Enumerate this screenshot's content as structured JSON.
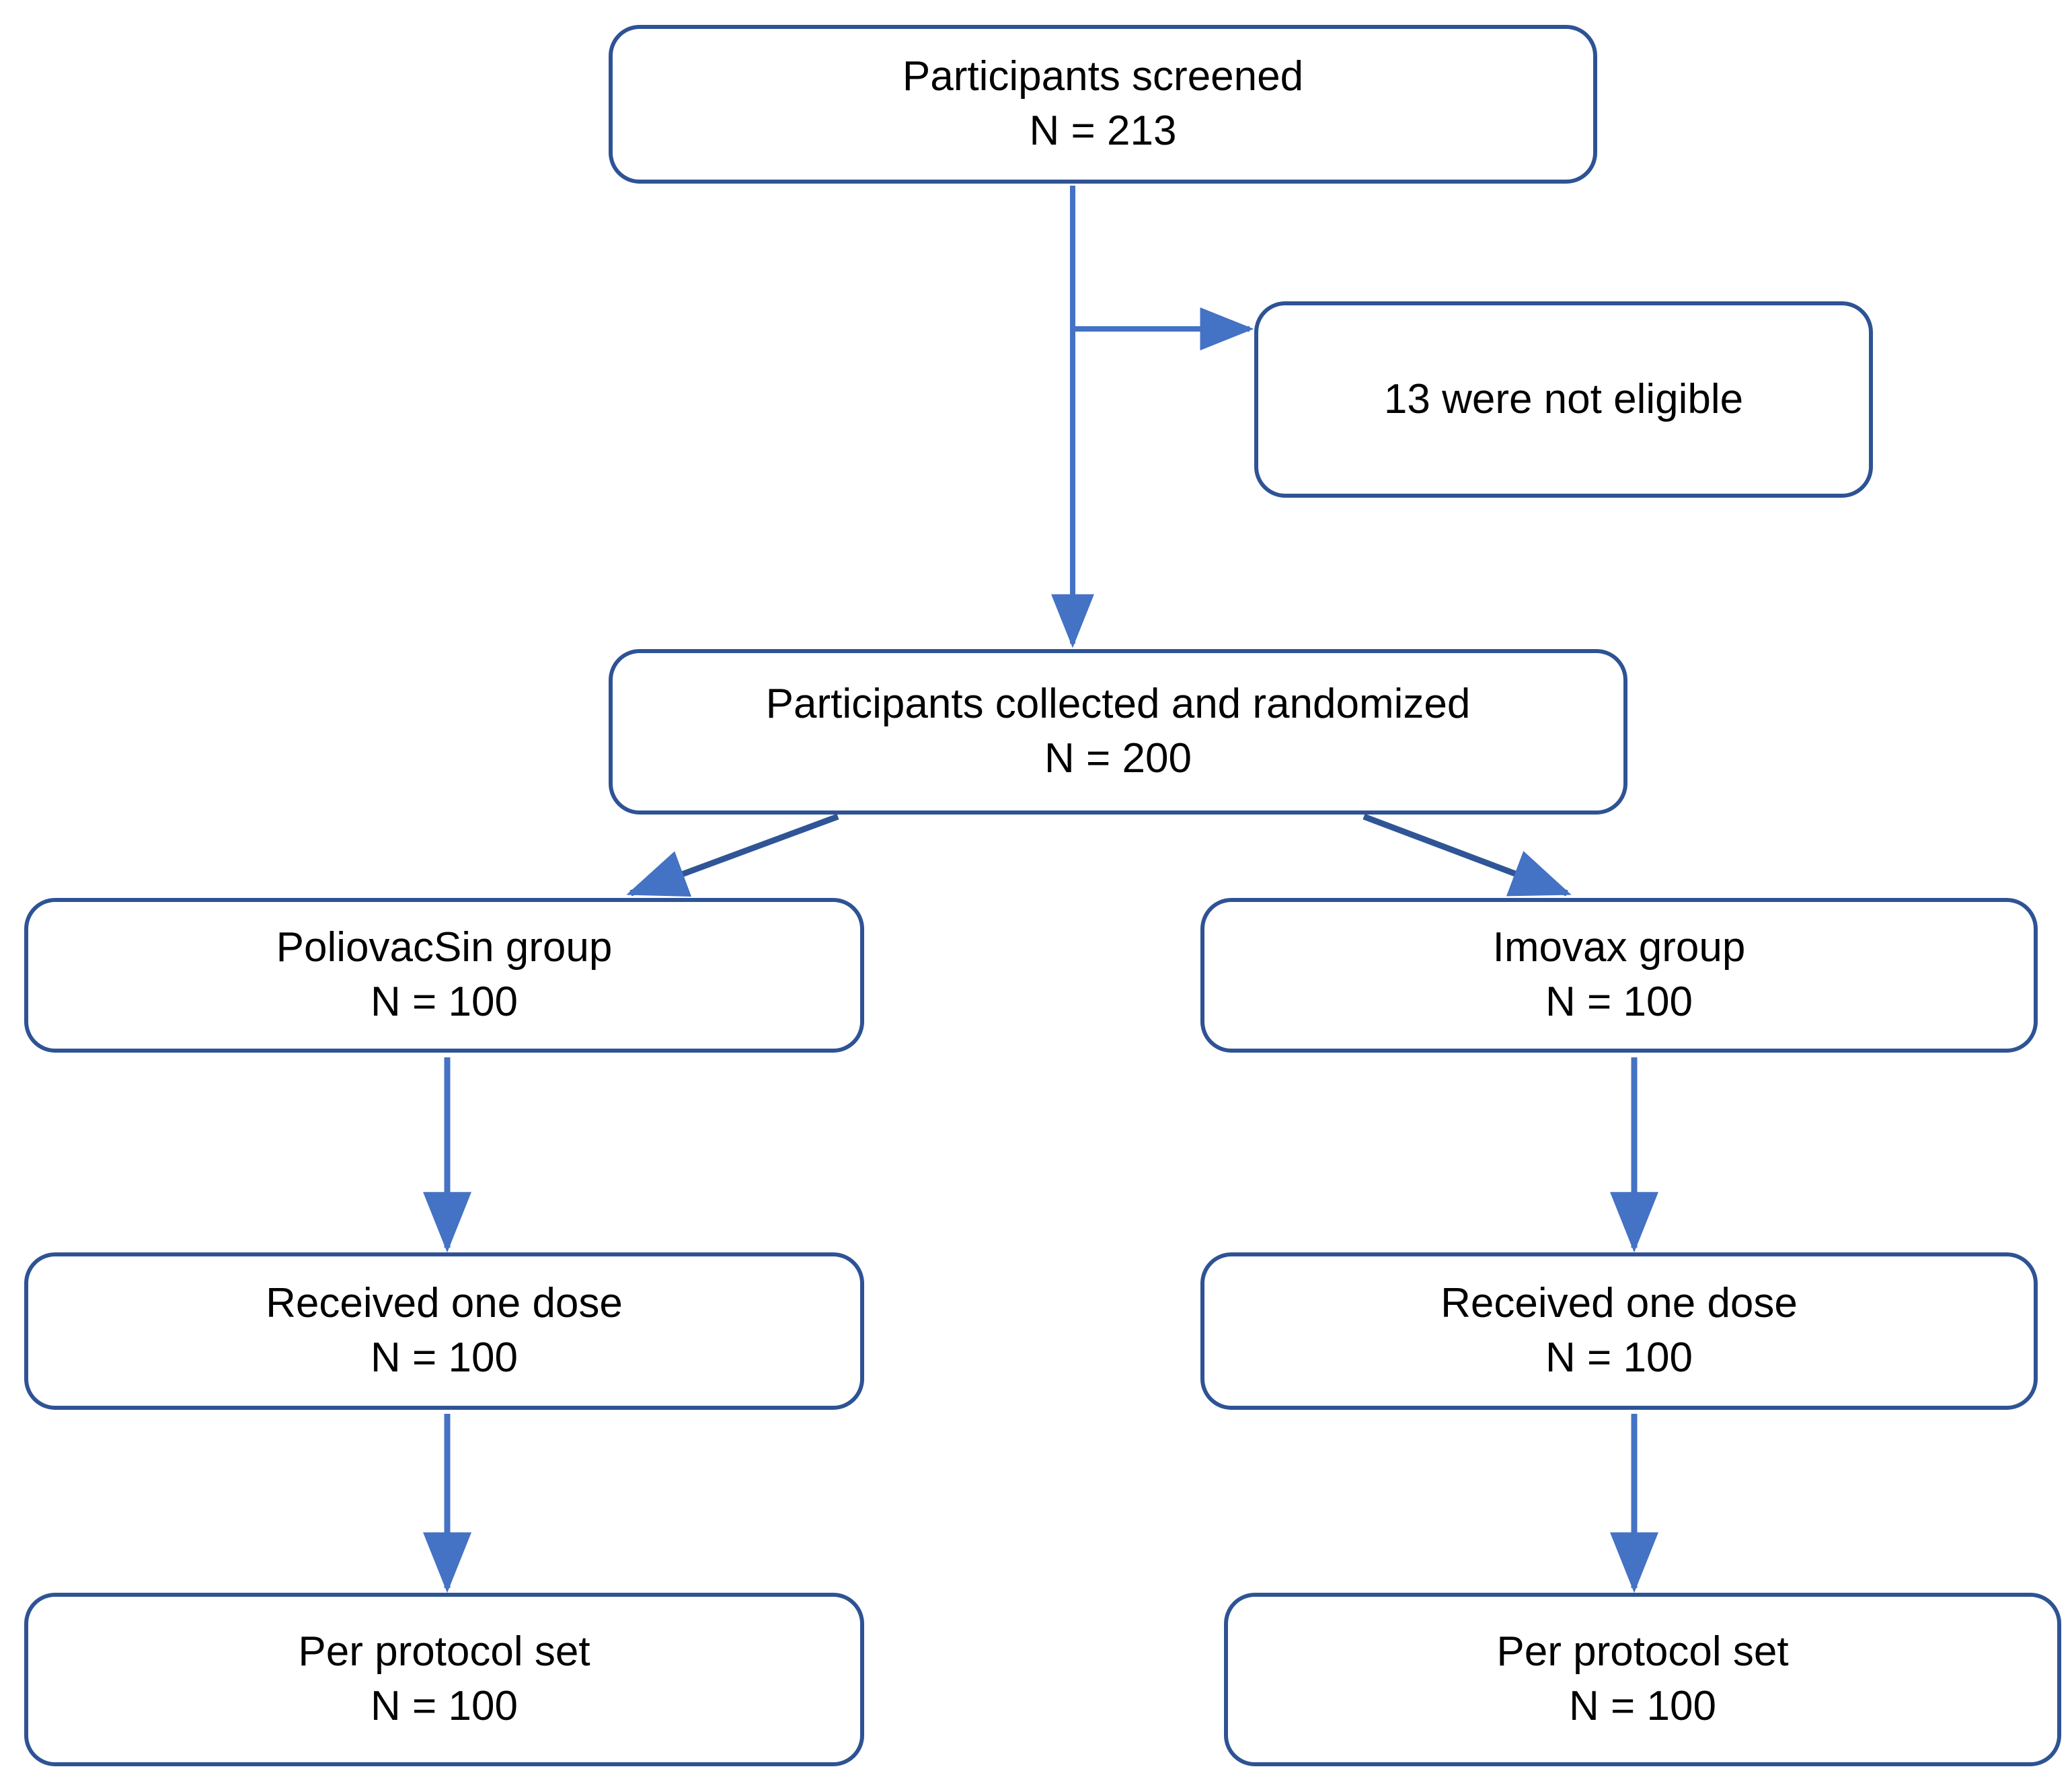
{
  "diagram": {
    "type": "flowchart",
    "title": "CONSORT participant flow diagram",
    "colors": {
      "box_border": "#2E5395",
      "arrow": "#4472C4",
      "text": "#000000",
      "background": "#FFFFFF"
    },
    "nodes": [
      {
        "id": "screened",
        "line1": "Participants screened",
        "line2": "N = 213",
        "n": 213
      },
      {
        "id": "not_eligible",
        "line1": "13 were not eligible",
        "line2": "",
        "n": 13
      },
      {
        "id": "randomized",
        "line1": "Participants collected and randomized",
        "line2": "N = 200",
        "n": 200
      },
      {
        "id": "left_group",
        "line1": "PoliovacSin group",
        "line2": "N = 100",
        "n": 100
      },
      {
        "id": "right_group",
        "line1": "Imovax group",
        "line2": "N = 100",
        "n": 100
      },
      {
        "id": "left_dose",
        "line1": "Received one dose",
        "line2": "N = 100",
        "n": 100
      },
      {
        "id": "right_dose",
        "line1": "Received one dose",
        "line2": "N = 100",
        "n": 100
      },
      {
        "id": "left_pps",
        "line1": "Per protocol set",
        "line2": "N = 100",
        "n": 100
      },
      {
        "id": "right_pps",
        "line1": "Per protocol set",
        "line2": "N = 100",
        "n": 100
      }
    ],
    "edges": [
      {
        "from": "screened",
        "to": "not_eligible",
        "style": "elbow-right"
      },
      {
        "from": "screened",
        "to": "randomized",
        "style": "vertical"
      },
      {
        "from": "randomized",
        "to": "left_group",
        "style": "diagonal-left"
      },
      {
        "from": "randomized",
        "to": "right_group",
        "style": "diagonal-right"
      },
      {
        "from": "left_group",
        "to": "left_dose",
        "style": "vertical"
      },
      {
        "from": "right_group",
        "to": "right_dose",
        "style": "vertical"
      },
      {
        "from": "left_dose",
        "to": "left_pps",
        "style": "vertical"
      },
      {
        "from": "right_dose",
        "to": "right_pps",
        "style": "vertical"
      }
    ]
  }
}
